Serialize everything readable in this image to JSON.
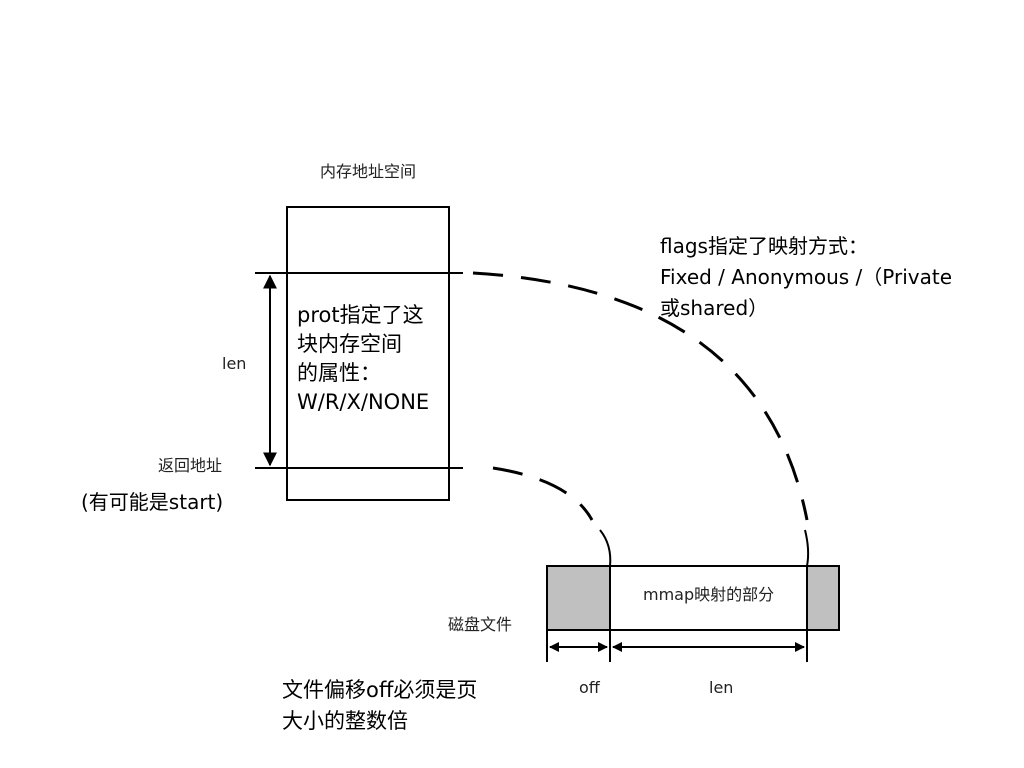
{
  "diagram": {
    "memory_title": "内存地址空间",
    "len_label": "len",
    "return_address_label": "返回地址",
    "maybe_start_note": "(有可能是start)",
    "prot_note_lines": [
      "prot指定了这",
      "块内存空间",
      "的属性：",
      "W/R/X/NONE"
    ],
    "flags_note_lines": [
      "flags指定了映射方式：",
      "Fixed / Anonymous /（Private",
      "或shared）"
    ],
    "disk_file_label": "磁盘文件",
    "mmap_part_label": "mmap映射的部分",
    "off_label": "off",
    "file_len_label": "len",
    "offset_note_lines": [
      "文件偏移off必须是页",
      "大小的整数倍"
    ],
    "colors": {
      "line": "#000000",
      "unmapped_fill": "#c0c0c0",
      "background": "#ffffff"
    }
  }
}
